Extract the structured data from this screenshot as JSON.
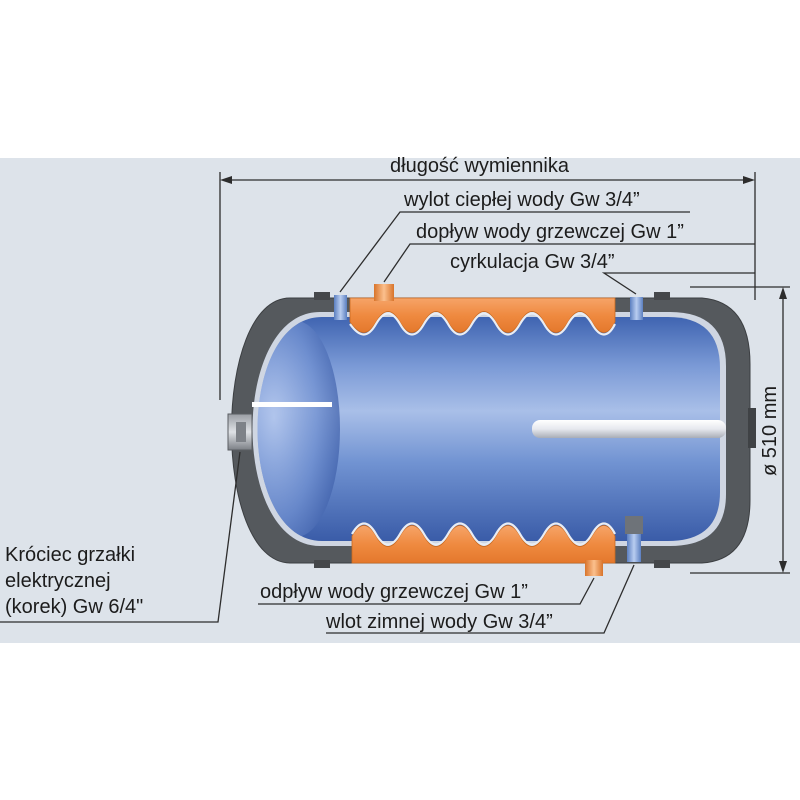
{
  "labels": {
    "length": "długość wymiennika",
    "hot_outlet": "wylot ciepłej wody Gw 3/4”",
    "heating_inlet": "dopływ wody grzewczej Gw 1”",
    "circulation": "cyrkulacja Gw 3/4”",
    "heating_outlet": "odpływ wody grzewczej Gw 1”",
    "cold_inlet": "wlot zimnej wody Gw 3/4”",
    "diameter": "ø 510 mm",
    "heater_line1": "Króciec grzałki",
    "heater_line2": "elektrycznej",
    "heater_line3": "(korek) Gw 6/4\""
  },
  "colors": {
    "background": "#dde3ea",
    "shell": "#55595d",
    "tank_light": "#a9bfe8",
    "tank_dark": "#3d63b0",
    "jacket": "#f08d45",
    "pipe_blue": "#7f9fd2"
  }
}
